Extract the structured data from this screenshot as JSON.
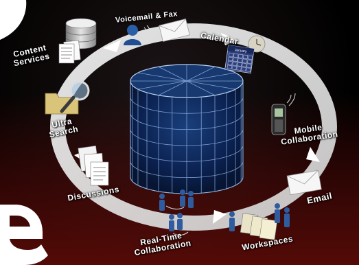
{
  "labels": {
    "content_services": [
      "Content",
      "Services"
    ],
    "voicemail_fax": "Voicemail & Fax",
    "calendar": "Calendar",
    "calendar_month": "January",
    "mobile_collaboration": [
      "Mobile",
      "Collaboration"
    ],
    "ultra_search": [
      "Ultra",
      "Search"
    ],
    "discussions": "Discussions",
    "email": "Email",
    "real_time_collaboration": [
      "Real-Time",
      "Collaboration"
    ],
    "workspaces": "Workspaces"
  },
  "colors": {
    "background": "#000000",
    "background_red": "#6e100c",
    "cylinder_fill": "#0d2a5a",
    "cylinder_grid": "#8fb3e6",
    "ring": "#e8e8e8",
    "logo": "#ffffff"
  },
  "icons": [
    "database-icon",
    "document-stack-icon",
    "person-headset-icon",
    "envelope-icon",
    "globe-clock-icon",
    "calendar-icon",
    "mobile-phone-icon",
    "folder-icon",
    "magnifier-icon",
    "discussion-documents-icon",
    "people-group-icon",
    "workspace-documents-icon"
  ]
}
